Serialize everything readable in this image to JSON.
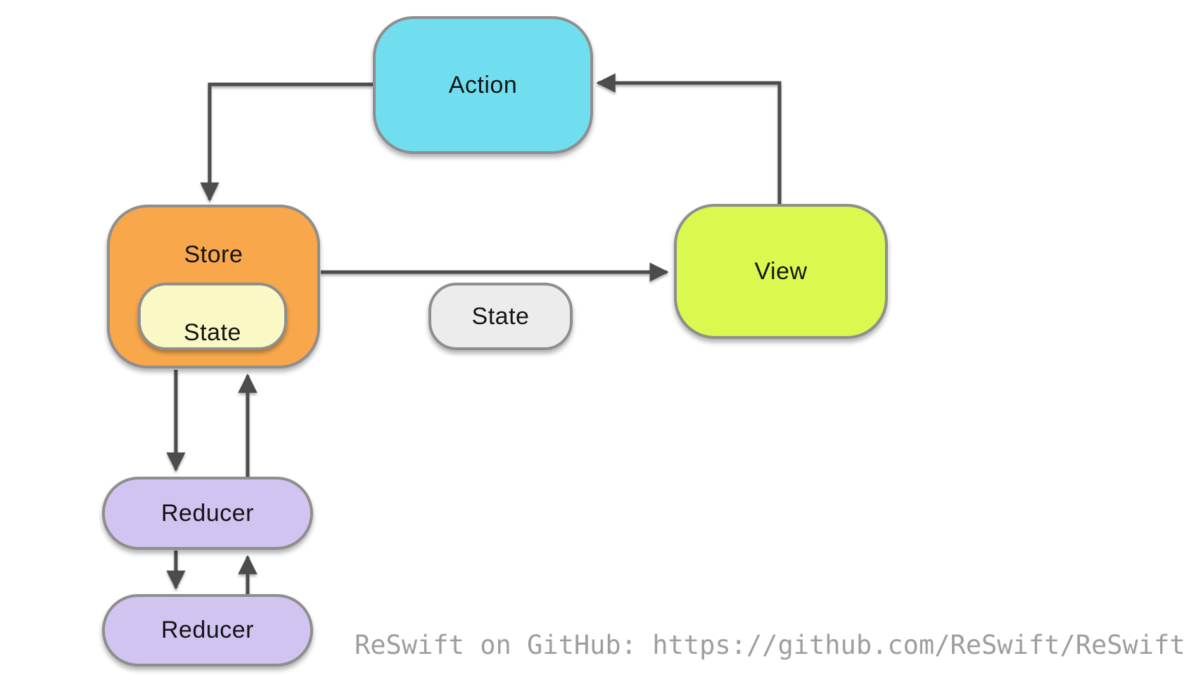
{
  "diagram": {
    "nodes": {
      "action": {
        "label": "Action",
        "fill": "#71DEF0"
      },
      "store": {
        "label": "Store",
        "fill": "#F8A74B"
      },
      "store_state": {
        "label": "State",
        "fill": "#FAF9C6"
      },
      "state_passed": {
        "label": "State",
        "fill": "#ECECEC"
      },
      "view": {
        "label": "View",
        "fill": "#D9F94F"
      },
      "reducer_top": {
        "label": "Reducer",
        "fill": "#D1C4F1"
      },
      "reducer_bottom": {
        "label": "Reducer",
        "fill": "#D1C4F1"
      }
    },
    "edges": [
      {
        "from": "View",
        "to": "Action"
      },
      {
        "from": "Action",
        "to": "Store"
      },
      {
        "from": "Store",
        "to": "View"
      },
      {
        "from": "Store",
        "to": "Reducer"
      },
      {
        "from": "Reducer",
        "to": "Store"
      },
      {
        "from": "Reducer",
        "to": "Reducer"
      }
    ],
    "colors": {
      "node_border": "#8E8E8E",
      "arrow": "#4C4C4C",
      "footer_text": "#9E9E9E"
    }
  },
  "footer": {
    "text": "ReSwift on GitHub: https://github.com/ReSwift/ReSwift"
  }
}
